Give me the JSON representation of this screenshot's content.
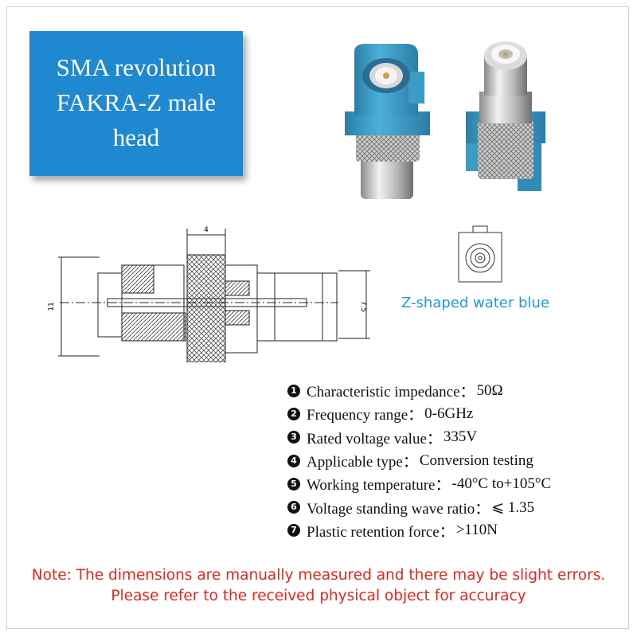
{
  "title": {
    "line1": "SMA revolution",
    "line2": "FAKRA-Z male",
    "line3": "head"
  },
  "drawing": {
    "dim_top": "4",
    "dim_left": "11",
    "dim_right": "7.5"
  },
  "color_label": "Z-shaped water blue",
  "colors": {
    "title_bg": "#1e88d1",
    "water_blue": "#3a9bc4",
    "note_red": "#e8251e"
  },
  "specs": [
    {
      "num": "1",
      "label": "Characteristic impedance：",
      "value": "50Ω"
    },
    {
      "num": "2",
      "label": "Frequency range：",
      "value": "0-6GHz"
    },
    {
      "num": "3",
      "label": "Rated voltage value：",
      "value": "335V"
    },
    {
      "num": "4",
      "label": "Applicable type：",
      "value": "Conversion testing"
    },
    {
      "num": "5",
      "label": "Working temperature：",
      "value": "-40°C to+105°C"
    },
    {
      "num": "6",
      "label": "Voltage standing wave ratio：",
      "value": "⩽ 1.35"
    },
    {
      "num": "7",
      "label": "Plastic retention force：",
      "value": ">110N"
    }
  ],
  "note": "Note: The dimensions are manually measured and there may be slight errors. Please refer to the received physical object for accuracy"
}
